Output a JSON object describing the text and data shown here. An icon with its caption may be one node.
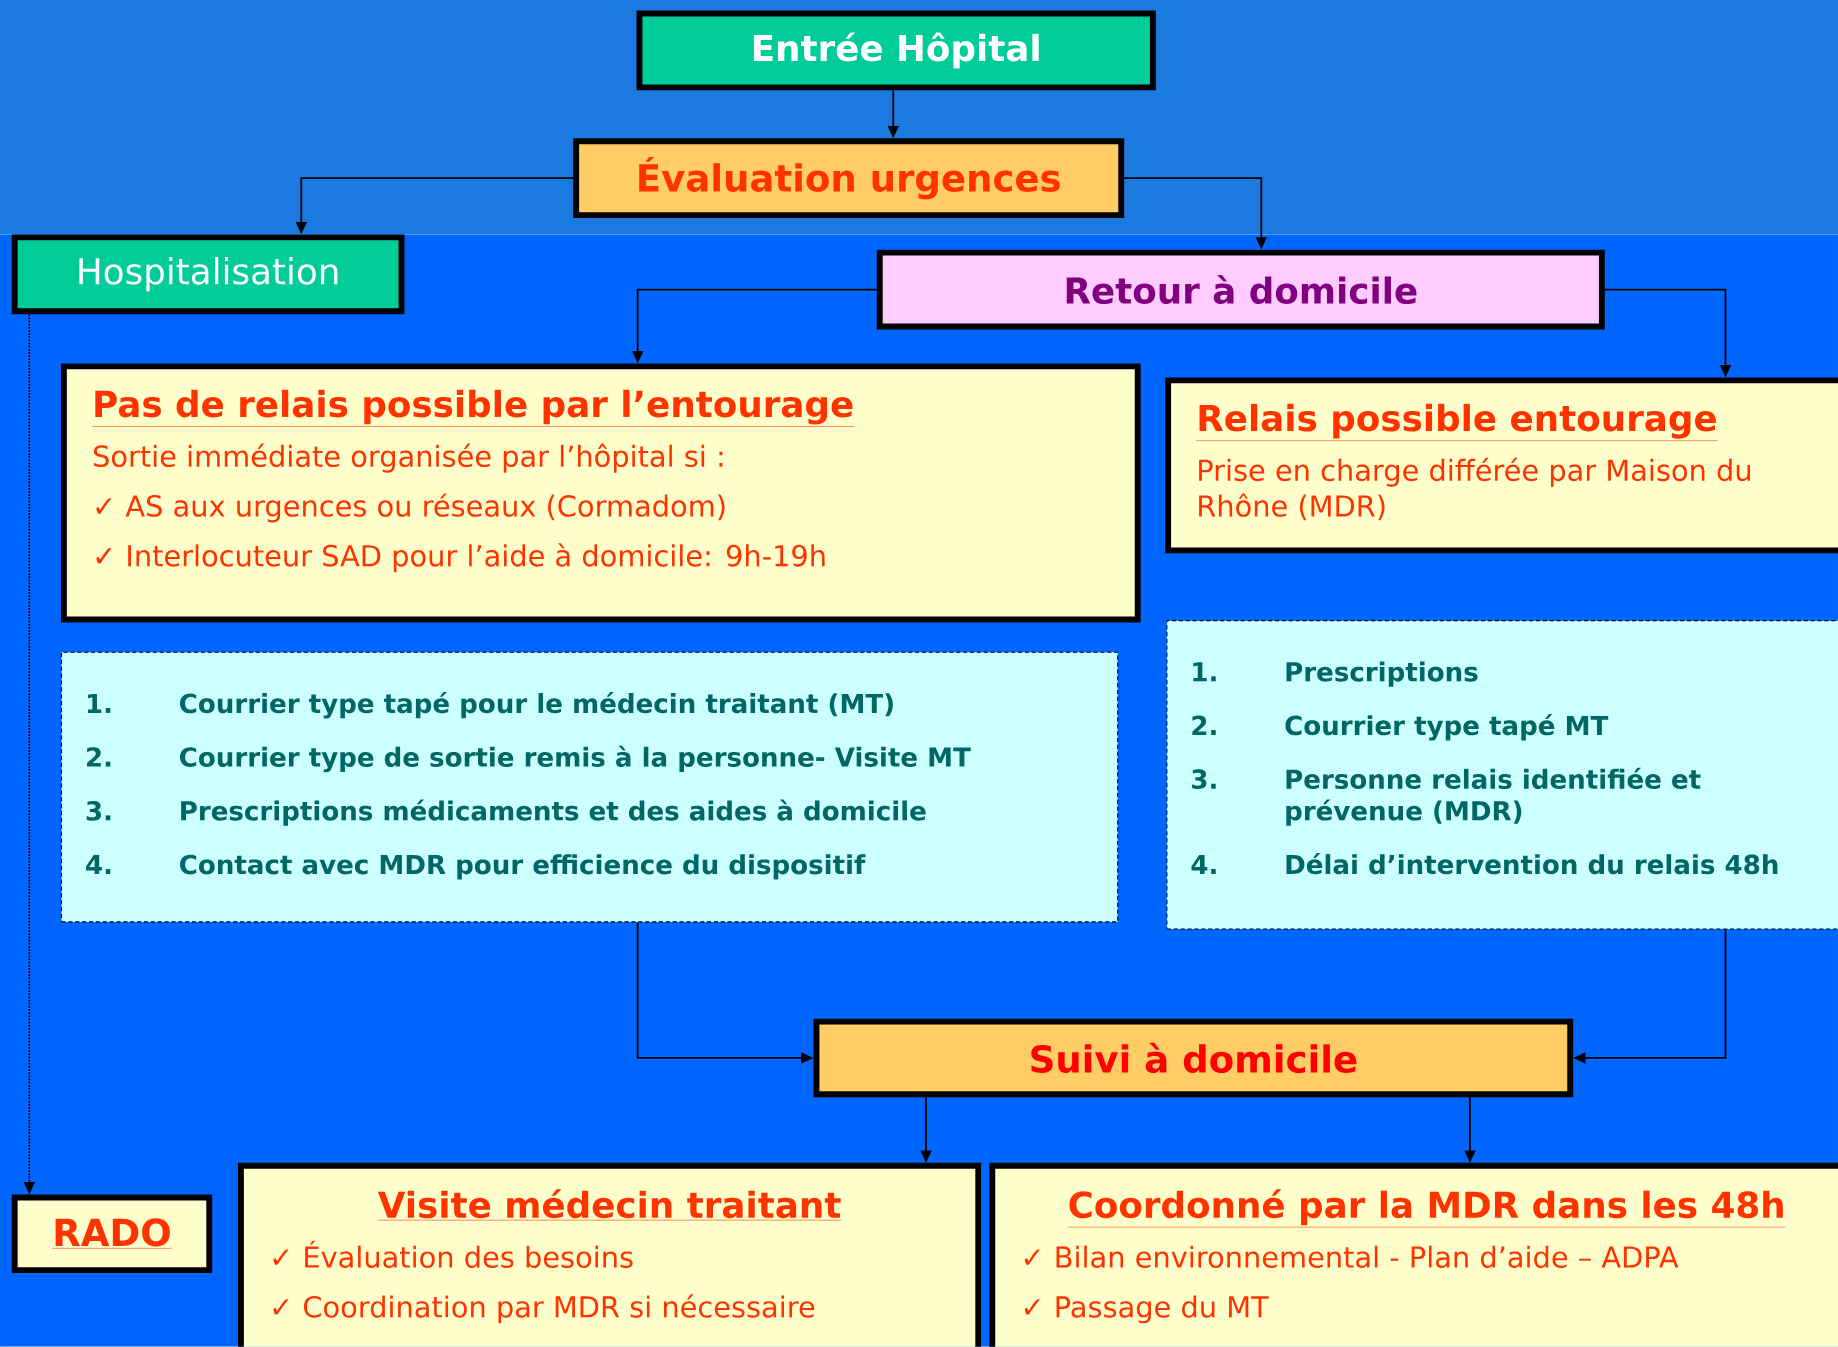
{
  "diagram": {
    "nodes": [
      {
        "text": [
          "Entrée Hôpital"
        ]
      },
      {
        "text": [
          "Évaluation  urgences"
        ]
      },
      {
        "text": [
          "Hospitalisation"
        ]
      },
      {
        "text": [
          "Retour à domicile"
        ]
      },
      {
        "text": [
          "Pas de relais possible par l’entourage",
          "Sortie immédiate organisée  par l’hôpital si :",
          "✓ AS aux urgences ou réseaux (Cormadom)",
          "✓ Interlocuteur SAD pour l’aide à domicile: 9h-19h"
        ]
      },
      {
        "text": [
          "Relais possible entourage",
          "Prise en charge différée par Maison du Rhône (MDR)"
        ]
      },
      {
        "text": [
          "1.",
          "Courrier type tapé pour le médecin traitant (MT)",
          "2.",
          "Courrier type de sortie remis à la personne- Visite MT",
          "3.",
          "Prescriptions médicaments et des aides à domicile",
          "4.",
          "Contact  avec MDR pour efficience du dispositif"
        ]
      },
      {
        "text": [
          "1.",
          "Prescriptions",
          "2.",
          "Courrier type tapé MT",
          "3.",
          "Personne relais identifiée et prévenue (MDR)",
          "4.",
          "Délai d’intervention du relais 48h"
        ]
      },
      {
        "text": [
          "Suivi à domicile"
        ]
      },
      {
        "text": [
          "RADO"
        ]
      },
      {
        "text": [
          "Visite médecin traitant",
          "✓ Évaluation des besoins",
          "✓ Coordination par MDR si nécessaire"
        ]
      },
      {
        "text": [
          "Coordonné par la MDR dans les 48h",
          "✓ Bilan environnemental - Plan d’aide – ADPA",
          "✓ Passage du MT"
        ]
      }
    ],
    "edges": [
      {
        "from": 0,
        "to": 1,
        "arrow": "to"
      },
      {
        "from": 1,
        "to": 2,
        "arrow": "to"
      },
      {
        "from": 1,
        "to": 3,
        "arrow": "to"
      },
      {
        "from": 3,
        "to": 4,
        "arrow": "to"
      },
      {
        "from": 3,
        "to": 5,
        "arrow": "to"
      },
      {
        "from": 2,
        "to": 9,
        "arrow": "to",
        "style": "dashed"
      },
      {
        "from": 6,
        "to": 8,
        "arrow": "to"
      },
      {
        "from": 7,
        "to": 8,
        "arrow": "to"
      },
      {
        "from": 8,
        "to": 10,
        "arrow": "to"
      },
      {
        "from": 8,
        "to": 11,
        "arrow": "to"
      }
    ]
  }
}
